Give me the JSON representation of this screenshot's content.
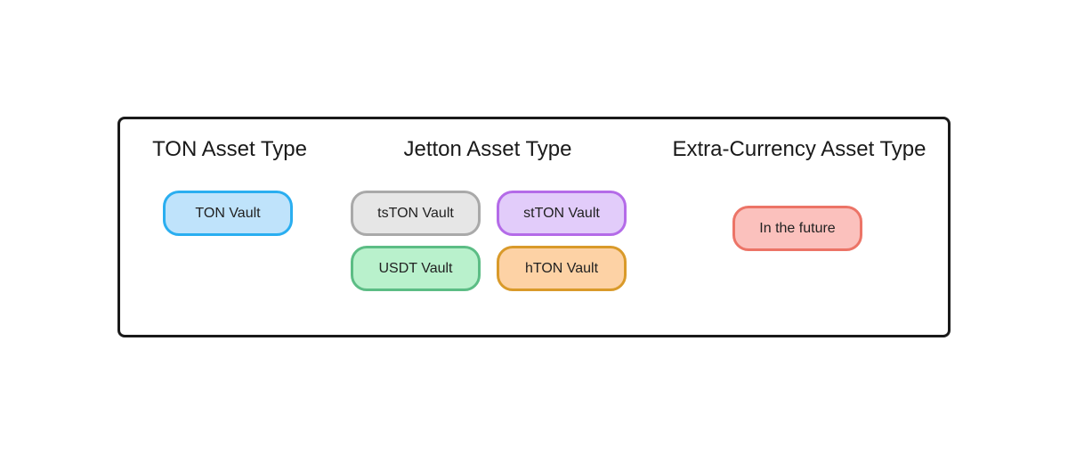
{
  "columns": [
    {
      "title": "TON Asset Type",
      "items": [
        {
          "label": "TON Vault",
          "fill": "#bfe3fb",
          "stroke": "#2aaef0"
        }
      ]
    },
    {
      "title": "Jetton Asset Type",
      "items": [
        {
          "label": "tsTON Vault",
          "fill": "#e6e6e6",
          "stroke": "#a9a9a9"
        },
        {
          "label": "stTON Vault",
          "fill": "#e2ccfa",
          "stroke": "#b46be8"
        },
        {
          "label": "USDT Vault",
          "fill": "#b9f1cc",
          "stroke": "#5cbd85"
        },
        {
          "label": "hTON Vault",
          "fill": "#fdd2a5",
          "stroke": "#d99a2a"
        }
      ]
    },
    {
      "title": "Extra-Currency Asset Type",
      "items": [
        {
          "label": "In the future",
          "fill": "#fbc1bd",
          "stroke": "#ec7467"
        }
      ]
    }
  ]
}
